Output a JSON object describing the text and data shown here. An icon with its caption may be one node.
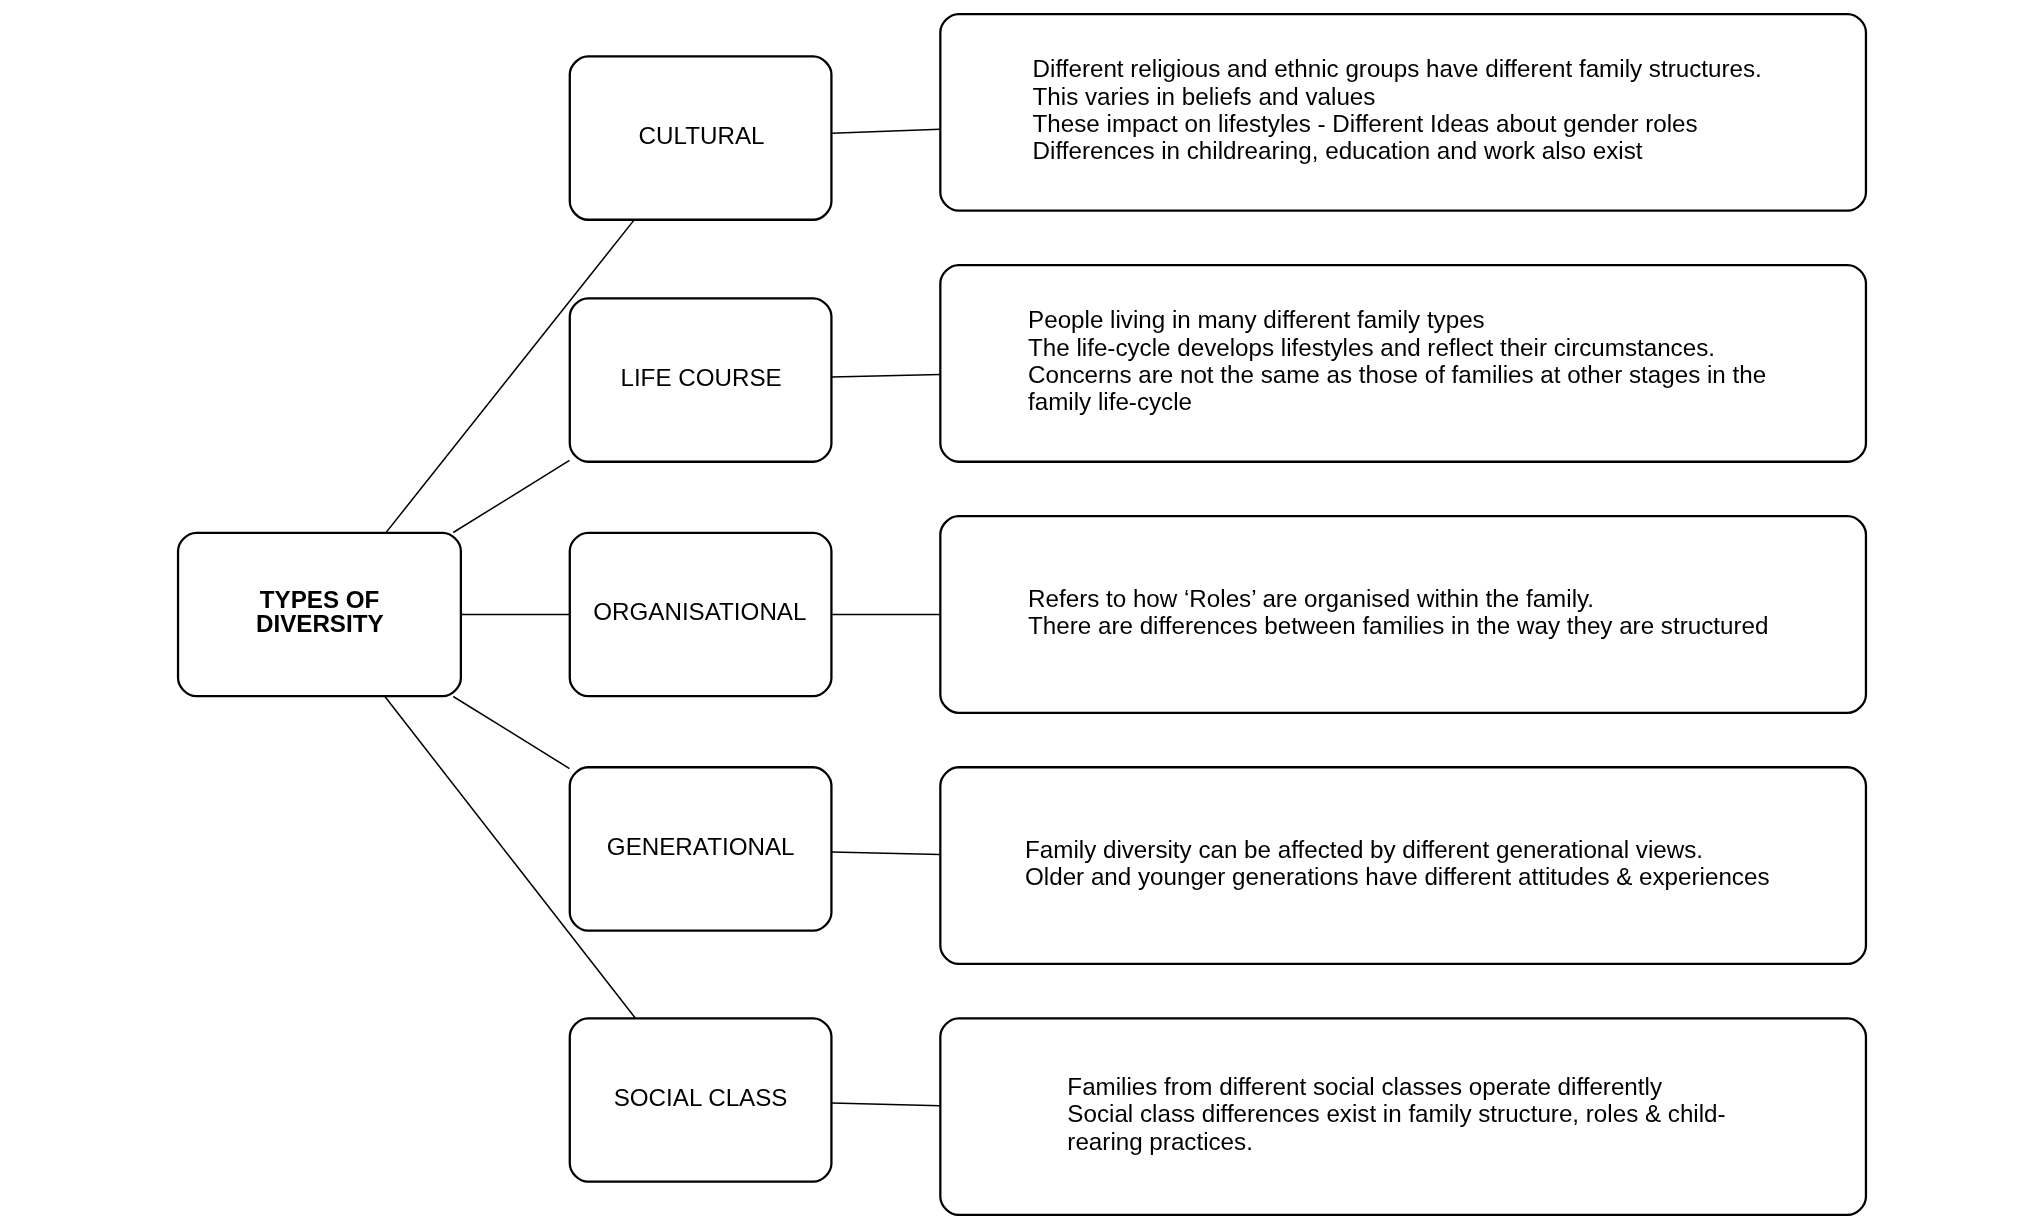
{
  "diagram": {
    "nodes": [
      {
        "text": [
          "TYPES OF DIVERSITY"
        ]
      },
      {
        "text": [
          "CULTURAL"
        ]
      },
      {
        "text": [
          "Different religious and ethnic groups have different family structures. This varies in beliefs and values",
          "These impact on lifestyles - Different Ideas about gender roles",
          "Differences in childrearing, education and work also exist"
        ]
      },
      {
        "text": [
          "LIFE COURSE"
        ]
      },
      {
        "text": [
          "People living in many different family types",
          "The life-cycle develops lifestyles and reflect their circumstances.",
          "Concerns are not the same as those of families at other stages in the family life-cycle"
        ]
      },
      {
        "text": [
          "ORGANISATIONAL"
        ]
      },
      {
        "text": [
          "Refers to how ‘Roles’ are organised within the family.",
          "There are differences between families in the way they are structured"
        ]
      },
      {
        "text": [
          "GENERATIONAL"
        ]
      },
      {
        "text": [
          "Family diversity can be affected by different generational views.",
          "Older and younger generations have different attitudes & experiences"
        ]
      },
      {
        "text": [
          "SOCIAL CLASS"
        ]
      },
      {
        "text": [
          "Families from different social classes operate differently",
          "Social class differences exist in family structure, roles & child-rearing practices."
        ]
      }
    ],
    "edges": [
      {
        "from": 0,
        "to": 1,
        "arrow": "none"
      },
      {
        "from": 0,
        "to": 3,
        "arrow": "none"
      },
      {
        "from": 0,
        "to": 5,
        "arrow": "none"
      },
      {
        "from": 0,
        "to": 7,
        "arrow": "none"
      },
      {
        "from": 0,
        "to": 9,
        "arrow": "none"
      },
      {
        "from": 1,
        "to": 2,
        "arrow": "none"
      },
      {
        "from": 3,
        "to": 4,
        "arrow": "none"
      },
      {
        "from": 5,
        "to": 6,
        "arrow": "none"
      },
      {
        "from": 7,
        "to": 8,
        "arrow": "none"
      },
      {
        "from": 9,
        "to": 10,
        "arrow": "none"
      }
    ]
  }
}
